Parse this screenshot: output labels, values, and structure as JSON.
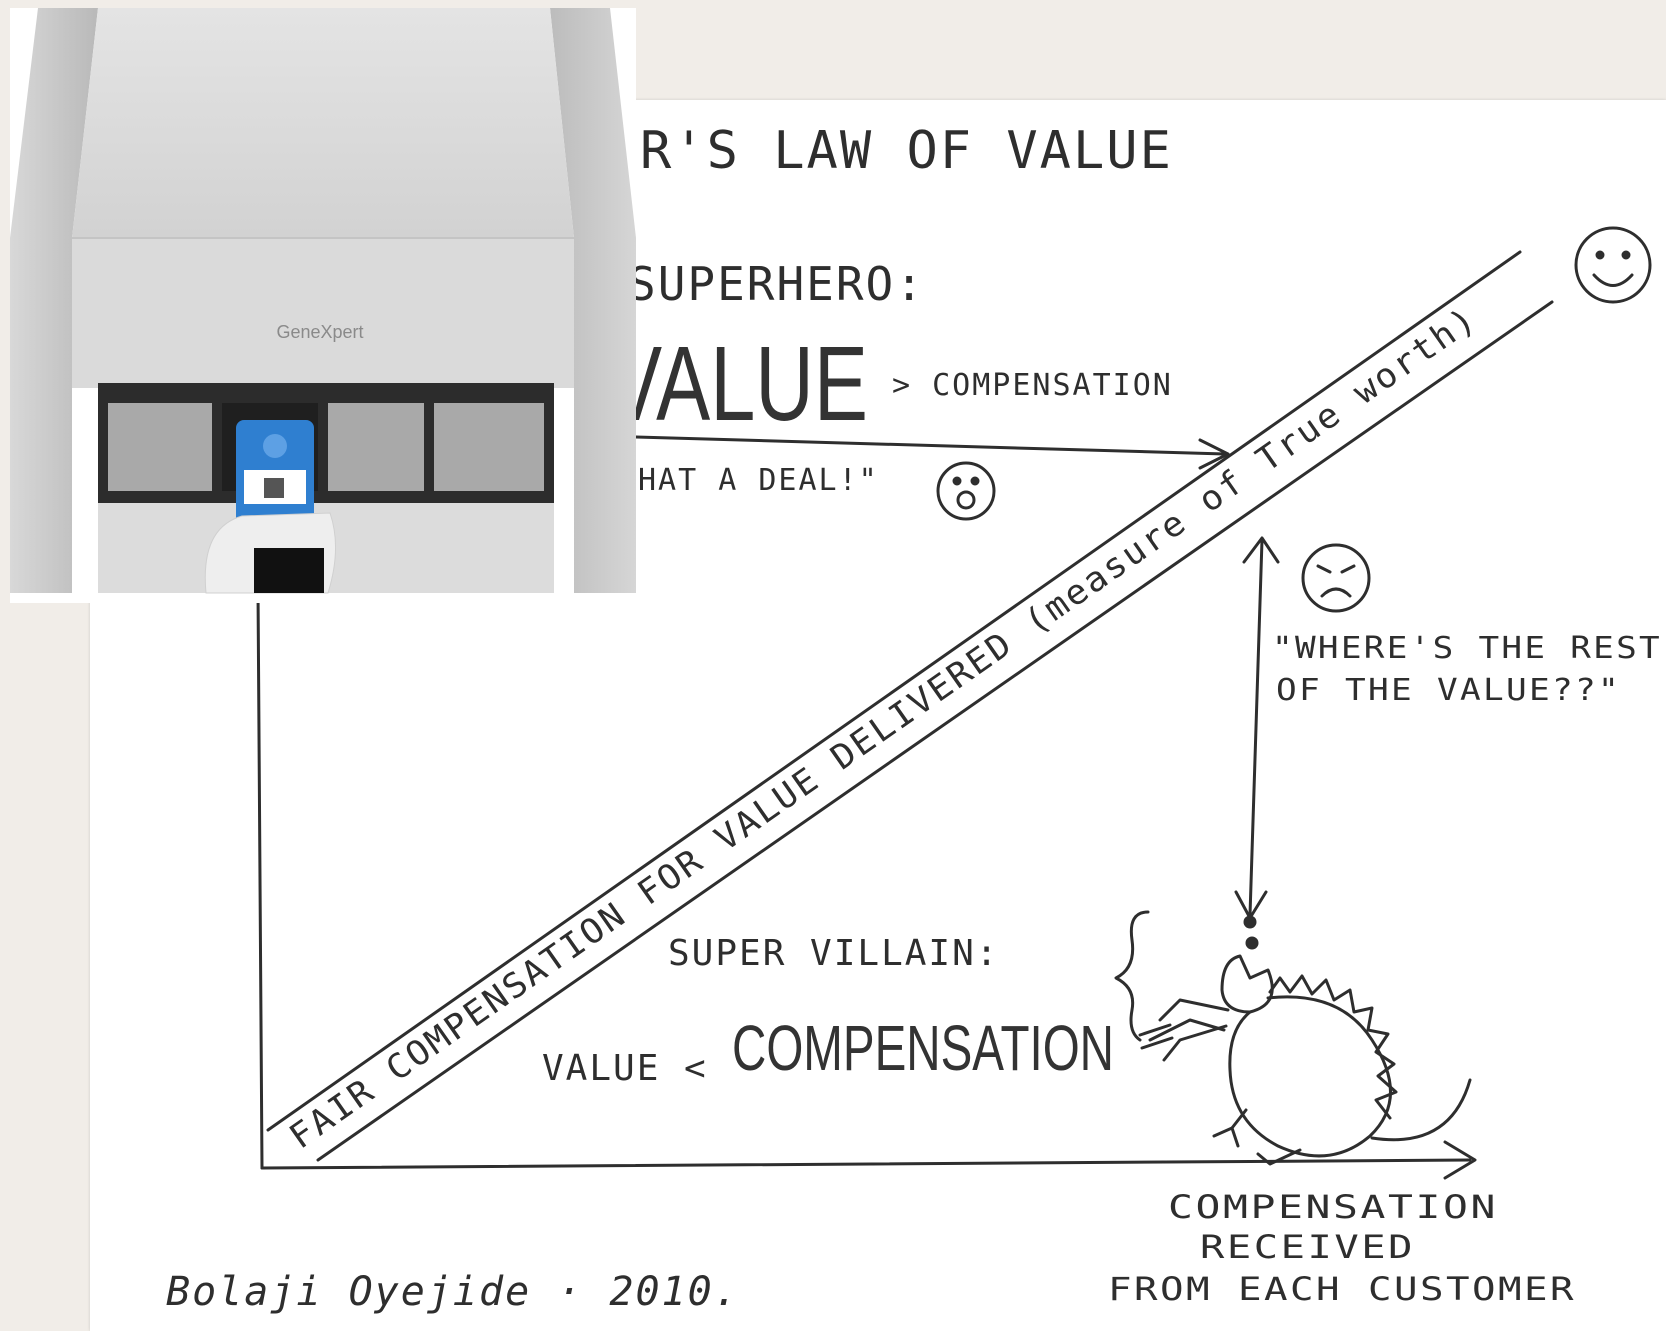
{
  "diagram": {
    "title": "R'S LAW OF VALUE",
    "superhero": {
      "heading": "SUPERHERO:",
      "value_word": "VALUE",
      "comparison": "> COMPENSATION",
      "quote": "HAT A DEAL!\""
    },
    "diagonal_label": "FAIR COMPENSATION FOR VALUE DELIVERED (measure of True worth)",
    "gap_quote": [
      "\"WHERE'S THE REST",
      "OF THE VALUE??\""
    ],
    "supervillain": {
      "heading": "SUPER VILLAIN:",
      "value_word": "VALUE <",
      "compensation_word": "COMPENSATION"
    },
    "x_axis_label": [
      "COMPENSATION",
      "RECEIVED",
      "FROM EACH CUSTOMER"
    ],
    "signature": "Bolaji Oyejide · 2010.",
    "colors": {
      "ink": "#2e2e2e",
      "paper": "#ffffff",
      "slide_bg": "#f1ede8"
    }
  },
  "photo": {
    "device_brand": "GeneXpert",
    "colors": {
      "device_body": "#dcdcdc",
      "cartridge": "#2f7fd0"
    }
  }
}
